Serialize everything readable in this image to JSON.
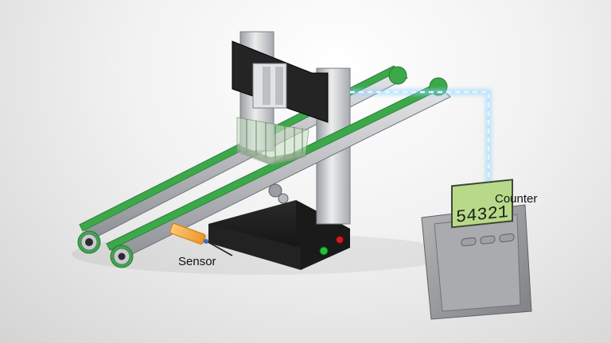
{
  "labels": {
    "sensor": "Sensor",
    "counter": "Counter"
  },
  "counter_display": {
    "value": "54321"
  },
  "colors": {
    "belt": "#3ba84a",
    "rail": "#b9bcc0",
    "display_bg": "#b8d98a",
    "signal": "#8fd3ff",
    "led_green": "#22c23a",
    "led_red": "#d21c1c",
    "sensor": "#f0a030"
  }
}
